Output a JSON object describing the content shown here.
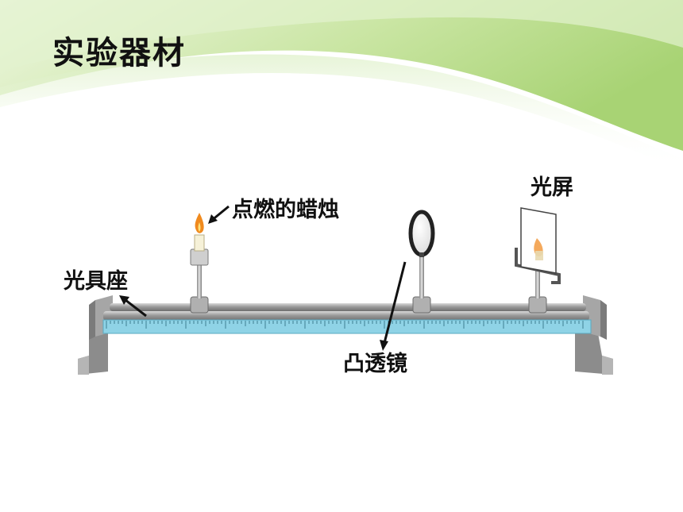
{
  "slide": {
    "title": "实验器材"
  },
  "labels": {
    "candle": "点燃的蜡烛",
    "screen": "光屏",
    "optical_bench": "光具座",
    "convex_lens": "凸透镜"
  },
  "colors": {
    "header_green": "#b7db84",
    "rail_gray": "#8e8e8e",
    "scale_blue": "#8fd3e6",
    "flame_orange": "#f08a1e"
  }
}
